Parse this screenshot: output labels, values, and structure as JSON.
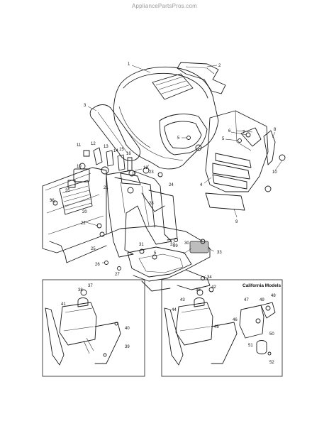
{
  "watermark": "AppliancePartsPros.com",
  "inset_right_title": "California Models",
  "callouts": [
    {
      "n": "1"
    },
    {
      "n": "2"
    },
    {
      "n": "3"
    },
    {
      "n": "4"
    },
    {
      "n": "5"
    },
    {
      "n": "5"
    },
    {
      "n": "5"
    },
    {
      "n": "6"
    },
    {
      "n": "7"
    },
    {
      "n": "8"
    },
    {
      "n": "9"
    },
    {
      "n": "10"
    },
    {
      "n": "11"
    },
    {
      "n": "12"
    },
    {
      "n": "13"
    },
    {
      "n": "14"
    },
    {
      "n": "15"
    },
    {
      "n": "16"
    },
    {
      "n": "17"
    },
    {
      "n": "18"
    },
    {
      "n": "19"
    },
    {
      "n": "20"
    },
    {
      "n": "21"
    },
    {
      "n": "22"
    },
    {
      "n": "23"
    },
    {
      "n": "24"
    },
    {
      "n": "25"
    },
    {
      "n": "26"
    },
    {
      "n": "27"
    },
    {
      "n": "28"
    },
    {
      "n": "29"
    },
    {
      "n": "30"
    },
    {
      "n": "31"
    },
    {
      "n": "32"
    },
    {
      "n": "33"
    },
    {
      "n": "34"
    },
    {
      "n": "35"
    },
    {
      "n": "36"
    },
    {
      "n": "37"
    },
    {
      "n": "38"
    },
    {
      "n": "39"
    },
    {
      "n": "40"
    },
    {
      "n": "41"
    },
    {
      "n": "38"
    },
    {
      "n": "42"
    },
    {
      "n": "43"
    },
    {
      "n": "44"
    },
    {
      "n": "45"
    },
    {
      "n": "46"
    },
    {
      "n": "47"
    },
    {
      "n": "48"
    },
    {
      "n": "49"
    },
    {
      "n": "50"
    },
    {
      "n": "51"
    },
    {
      "n": "52"
    }
  ]
}
